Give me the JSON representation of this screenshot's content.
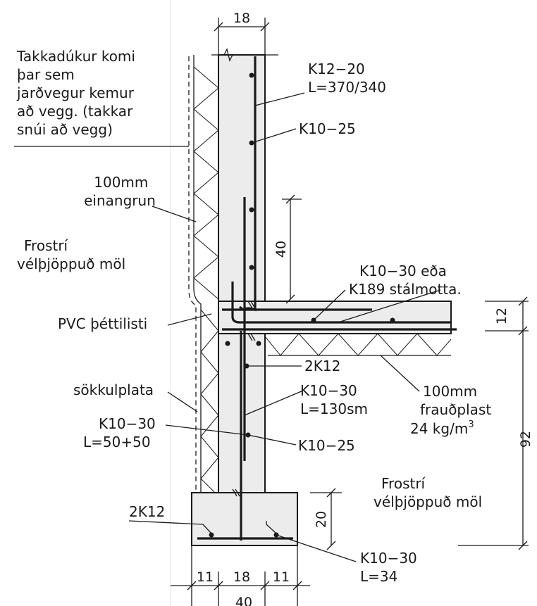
{
  "labels": {
    "takkadukur": [
      "Takkadúkur komi",
      "þar sem",
      "jarðvegur kemur",
      "að vegg. (takkar",
      "snúi að vegg)"
    ],
    "einangrun": [
      "100mm",
      "einangrun"
    ],
    "frostri_left": [
      "Frostrí",
      "vélþjöppuð möl"
    ],
    "pvc": "PVC þéttilisti",
    "sokkulplata": "sökkulplata",
    "k10_30_left": [
      "K10−30",
      "L=50+50"
    ],
    "k12_20": [
      "K12−20",
      "L=370/340"
    ],
    "k10_25_top": "K10−25",
    "k10_30_slab": [
      "K10−30 eða",
      "K189 stálmotta."
    ],
    "k12_2_mid": "2K12",
    "k10_30_wall": [
      "K10−30",
      "L=130sm"
    ],
    "fraudplast": [
      "100mm",
      "frauðplast"
    ],
    "density": "24 kg/m",
    "density_exp": "3",
    "k10_25_bottom": "K10−25",
    "frostri_right": [
      "Frostrí",
      "vélþjöppuð möl"
    ],
    "k12_2_footing": "2K12",
    "k10_30_footing": [
      "K10−30",
      "L=34"
    ]
  },
  "dimensions": {
    "top_width": "18",
    "lap": "40",
    "slab_thickness": "12",
    "total_depth": "92",
    "footing_height": "20",
    "bottom_left": "11",
    "bottom_mid": "18",
    "bottom_right": "11",
    "bottom_total": "40"
  }
}
